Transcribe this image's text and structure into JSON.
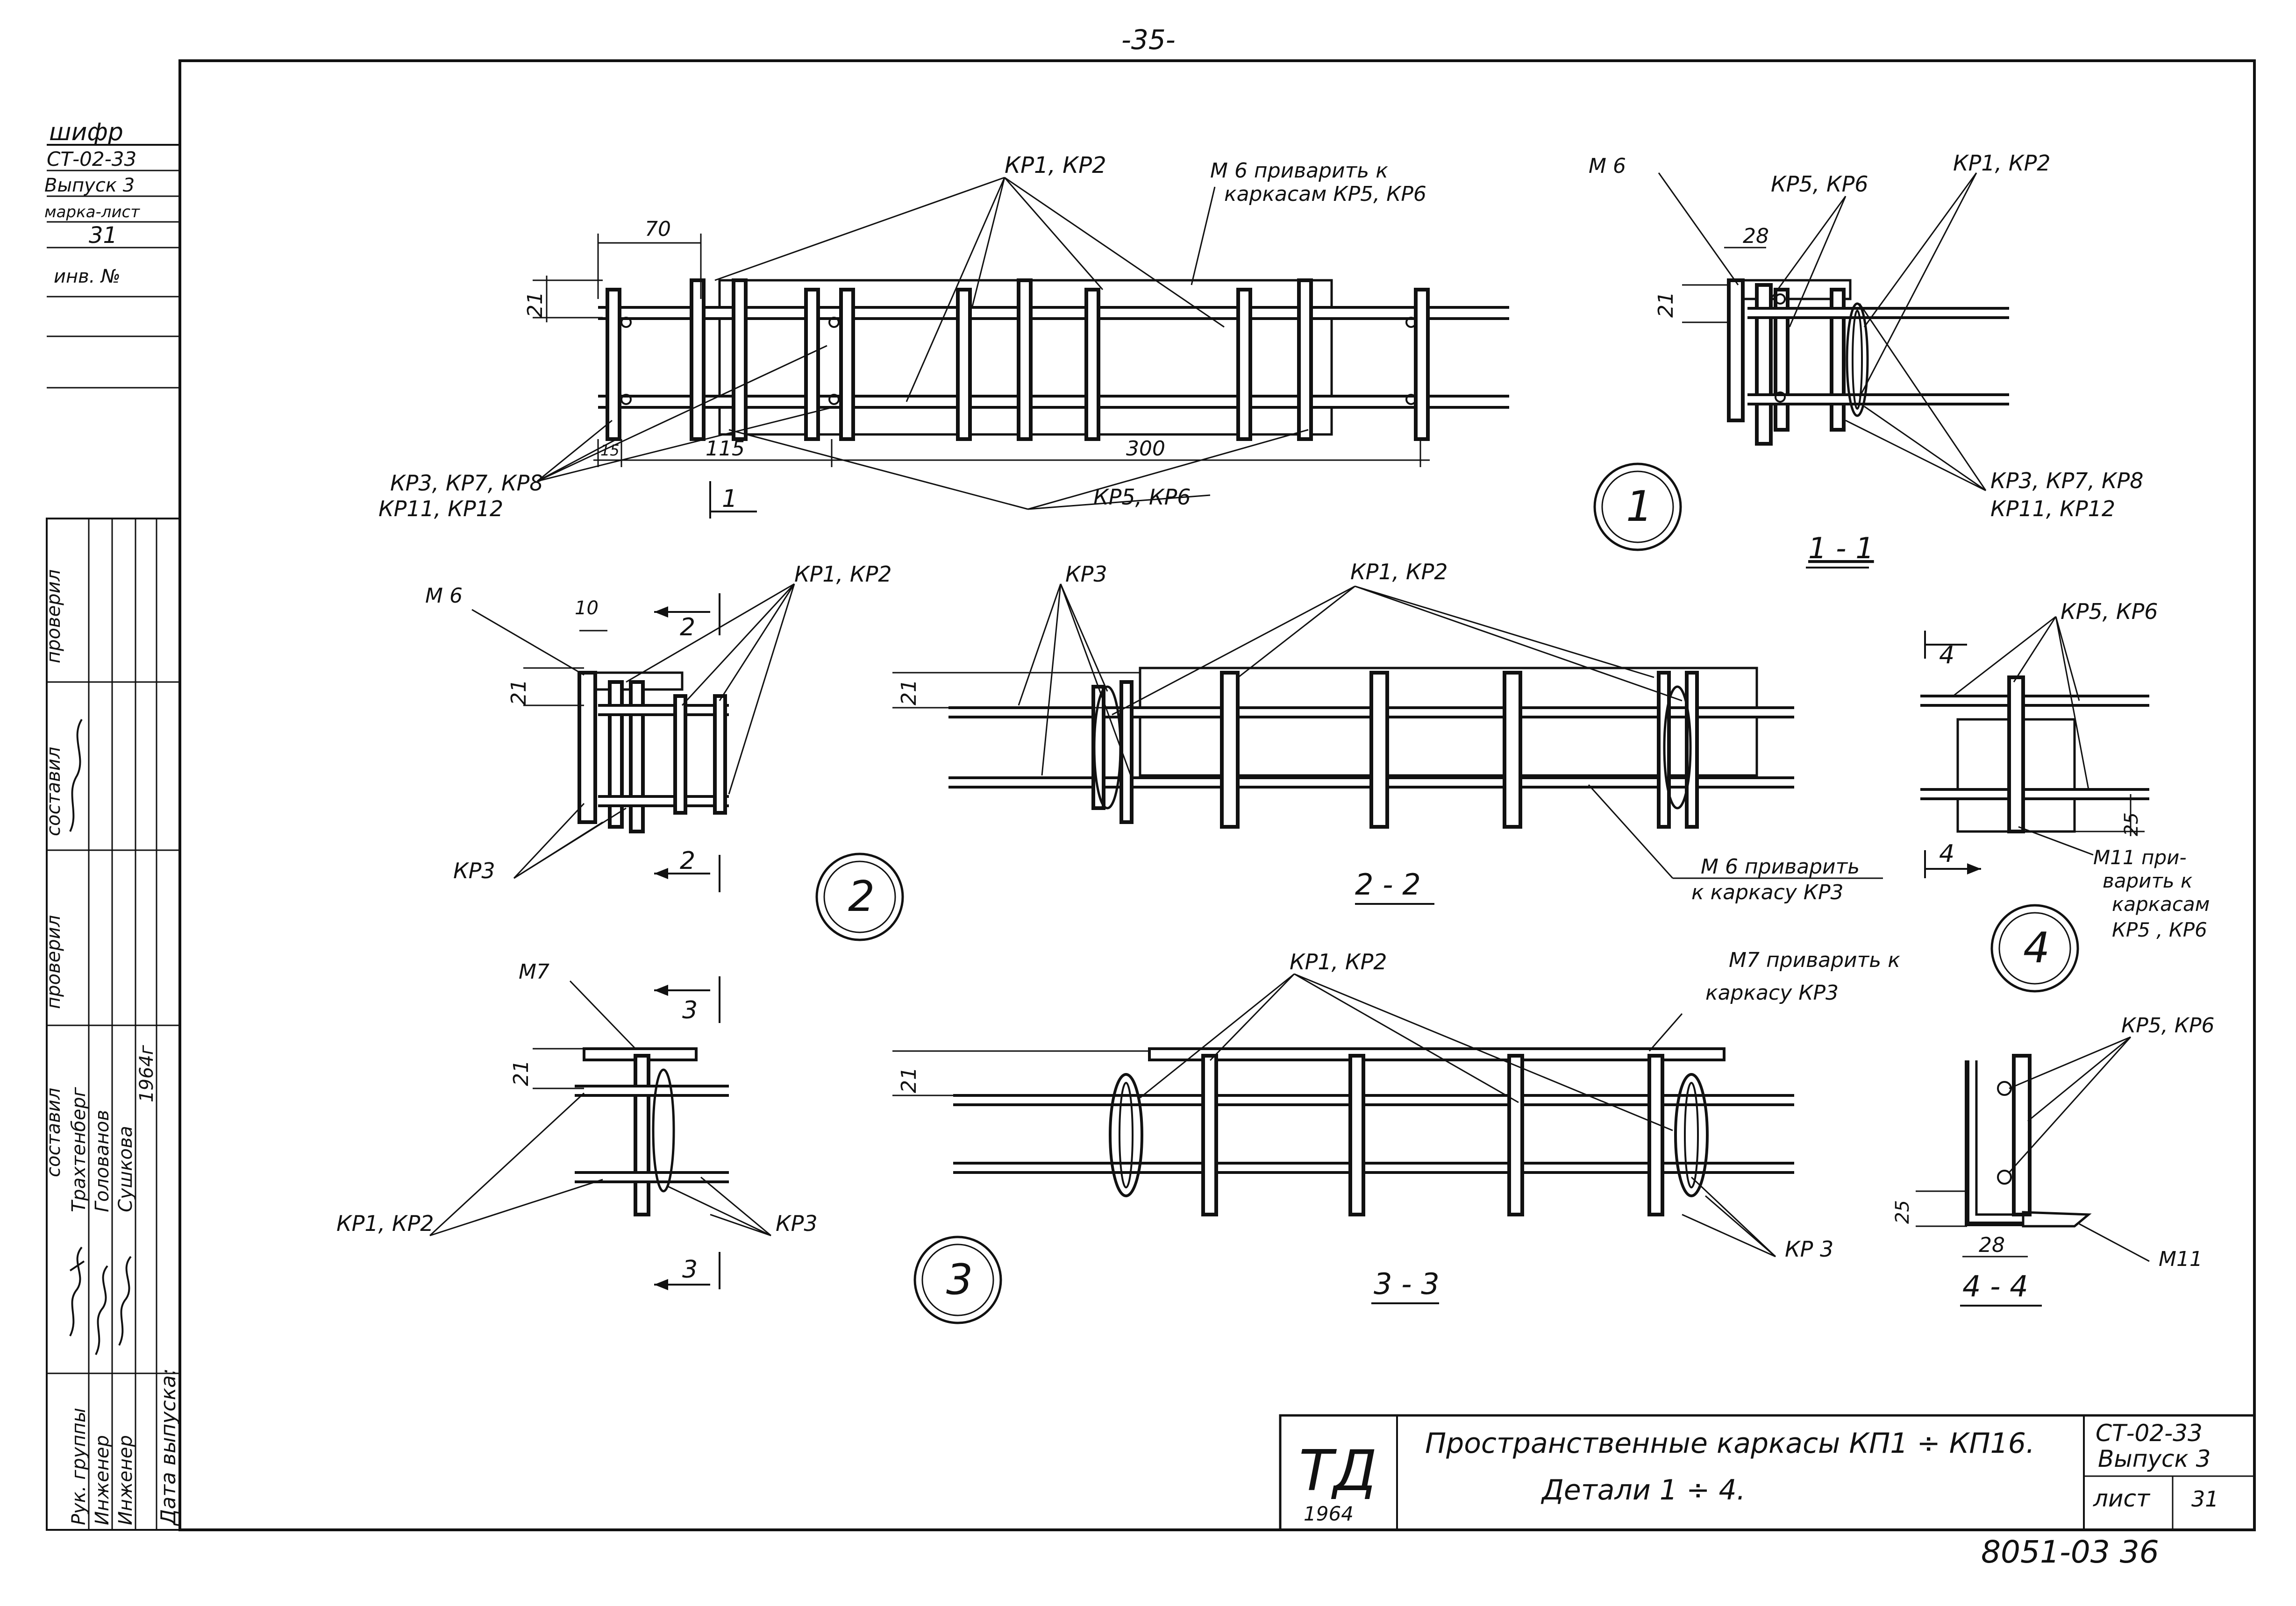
{
  "page_number": "-35-",
  "sheet_stamp": "8051-03   36",
  "side_stamp": {
    "cipher": "шифр",
    "code": "СТ-02-33",
    "issue": "Выпуск 3",
    "mark_sheet": "марка-лист",
    "sheet_no": "31",
    "inv_no": "инв. №"
  },
  "approvals": {
    "col_labels": [
      "проверил",
      "составил",
      "проверил",
      "составил"
    ],
    "roles": [
      "Рук. группы",
      "Инженер",
      "Инженер"
    ],
    "names": [
      "Трахтенберг",
      "Голованов",
      "Сушкова"
    ],
    "year": "1964г",
    "release_date": "Дата выпуска:"
  },
  "title_block": {
    "logo": "ТД",
    "logo_year": "1964",
    "title_line1": "Пространственные  каркасы КП1 ÷ КП16.",
    "title_line2": "Детали 1 ÷ 4.",
    "code": "СТ-02-33",
    "issue": "Выпуск 3",
    "sheet_label": "лист",
    "sheet_no": "31"
  },
  "views": {
    "main": {
      "dims": [
        "70",
        "21",
        "15",
        "115",
        "300"
      ],
      "labels": [
        "КР1, КР2",
        "М 6 приварить к",
        "каркасам КР5, КР6",
        "КР3, КР7, КР8",
        "КР11, КР12",
        "КР5, КР6"
      ],
      "section_mark": "1"
    },
    "detail1": {
      "marker": "1",
      "caption": "1 - 1",
      "labels": [
        "М 6",
        "КР5, КР6",
        "КР1, КР2",
        "КР3, КР7, КР8",
        "КР11, КР12"
      ],
      "dims": [
        "28",
        "21"
      ]
    },
    "detail2_left": {
      "labels": [
        "М 6",
        "КР1, КР2",
        "КР3"
      ],
      "dims": [
        "10",
        "21"
      ],
      "section_mark": "2"
    },
    "detail2": {
      "marker": "2",
      "caption": "2 - 2",
      "labels": [
        "КР3",
        "КР1, КР2",
        "М 6 приварить",
        "к каркасу КР3"
      ],
      "dims": [
        "21"
      ]
    },
    "detail4_left": {
      "labels": [
        "КР5, КР6",
        "М11 при-",
        "варить к",
        "каркасам",
        "КР5 , КР6"
      ],
      "dims": [
        "25"
      ],
      "section_mark": "4"
    },
    "detail4": {
      "marker": "4",
      "caption": "4 - 4",
      "labels": [
        "КР5, КР6",
        "М11"
      ],
      "dims": [
        "25",
        "28"
      ]
    },
    "detail3_left": {
      "labels": [
        "М7",
        "КР1, КР2",
        "КР3"
      ],
      "dims": [
        "21"
      ],
      "section_mark": "3"
    },
    "detail3": {
      "marker": "3",
      "caption": "3 - 3",
      "labels": [
        "КР1, КР2",
        "М7 приварить к",
        "каркасу  КР3",
        "КР 3"
      ],
      "dims": [
        "21"
      ]
    }
  }
}
